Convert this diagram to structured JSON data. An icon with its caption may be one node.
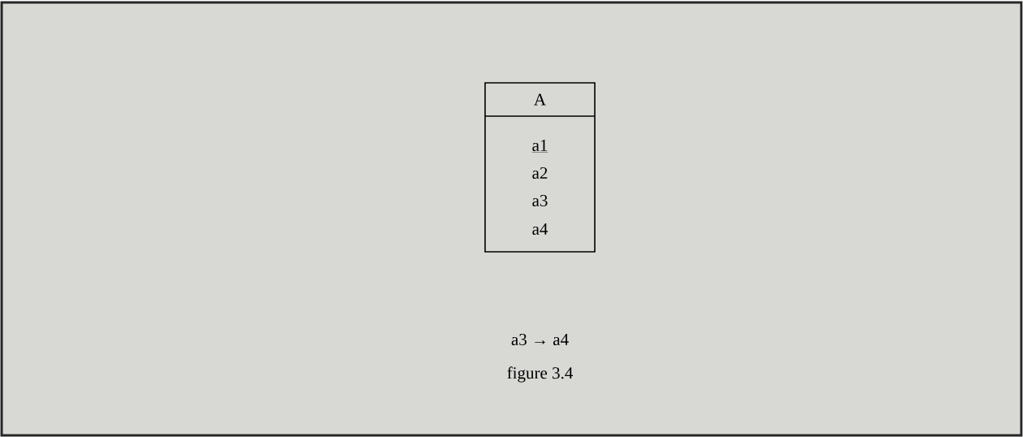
{
  "diagram": {
    "caption": "figure 3.4",
    "nodes": [
      {
        "text": [
          "A",
          "a1",
          "a2",
          "a3",
          "a4"
        ]
      }
    ],
    "labels": [
      "a3 → a4"
    ]
  }
}
